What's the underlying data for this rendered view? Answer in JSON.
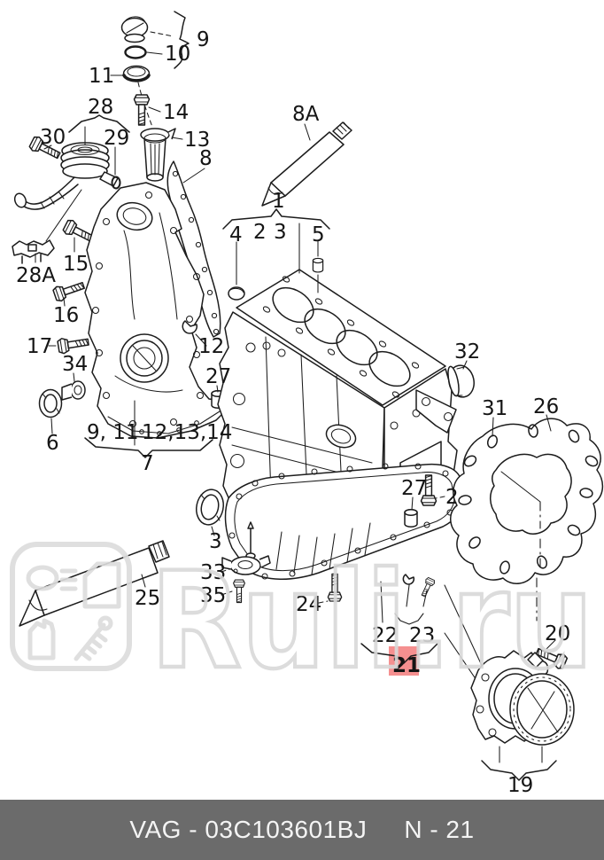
{
  "document": {
    "type": "exploded-parts-diagram",
    "subject": "engine cylinder block, oil sump, seals and gaskets"
  },
  "footer": {
    "left_text": "VAG - 03C103601BJ",
    "page_ref": "N - 21",
    "bar_color": "#6b6b6b",
    "text_color": "#f4f4f4"
  },
  "watermark": {
    "text": "Ruli.ru",
    "color": "#d9d9d9"
  },
  "highlight": {
    "label": "21",
    "box_color": "#f59090",
    "text_color": "#7a2e2e"
  },
  "callouts": [
    {
      "id": "9",
      "label": "9"
    },
    {
      "id": "10",
      "label": "10"
    },
    {
      "id": "11",
      "label": "11"
    },
    {
      "id": "14",
      "label": "14"
    },
    {
      "id": "13",
      "label": "13"
    },
    {
      "id": "28",
      "label": "28"
    },
    {
      "id": "29",
      "label": "29"
    },
    {
      "id": "30",
      "label": "30"
    },
    {
      "id": "8",
      "label": "8"
    },
    {
      "id": "8A",
      "label": "8A"
    },
    {
      "id": "15",
      "label": "15"
    },
    {
      "id": "28A",
      "label": "28A"
    },
    {
      "id": "16",
      "label": "16"
    },
    {
      "id": "17",
      "label": "17"
    },
    {
      "id": "34",
      "label": "34"
    },
    {
      "id": "12",
      "label": "12"
    },
    {
      "id": "27-left",
      "label": "27"
    },
    {
      "id": "6",
      "label": "6"
    },
    {
      "id": "group-9-11",
      "label": "9, 11"
    },
    {
      "id": "group-12-13-14",
      "label": "12,13,14"
    },
    {
      "id": "7",
      "label": "7"
    },
    {
      "id": "1",
      "label": "1"
    },
    {
      "id": "4",
      "label": "4"
    },
    {
      "id": "2-group",
      "label": "2"
    },
    {
      "id": "3-group",
      "label": "3"
    },
    {
      "id": "5",
      "label": "5"
    },
    {
      "id": "32",
      "label": "32"
    },
    {
      "id": "31",
      "label": "31"
    },
    {
      "id": "26",
      "label": "26"
    },
    {
      "id": "27-right",
      "label": "27"
    },
    {
      "id": "2-bolt",
      "label": "2"
    },
    {
      "id": "3-seal",
      "label": "3"
    },
    {
      "id": "25",
      "label": "25"
    },
    {
      "id": "33",
      "label": "33"
    },
    {
      "id": "35",
      "label": "35"
    },
    {
      "id": "24",
      "label": "24"
    },
    {
      "id": "22",
      "label": "22"
    },
    {
      "id": "23",
      "label": "23"
    },
    {
      "id": "21",
      "label": "21"
    },
    {
      "id": "20",
      "label": "20"
    },
    {
      "id": "19",
      "label": "19"
    }
  ]
}
